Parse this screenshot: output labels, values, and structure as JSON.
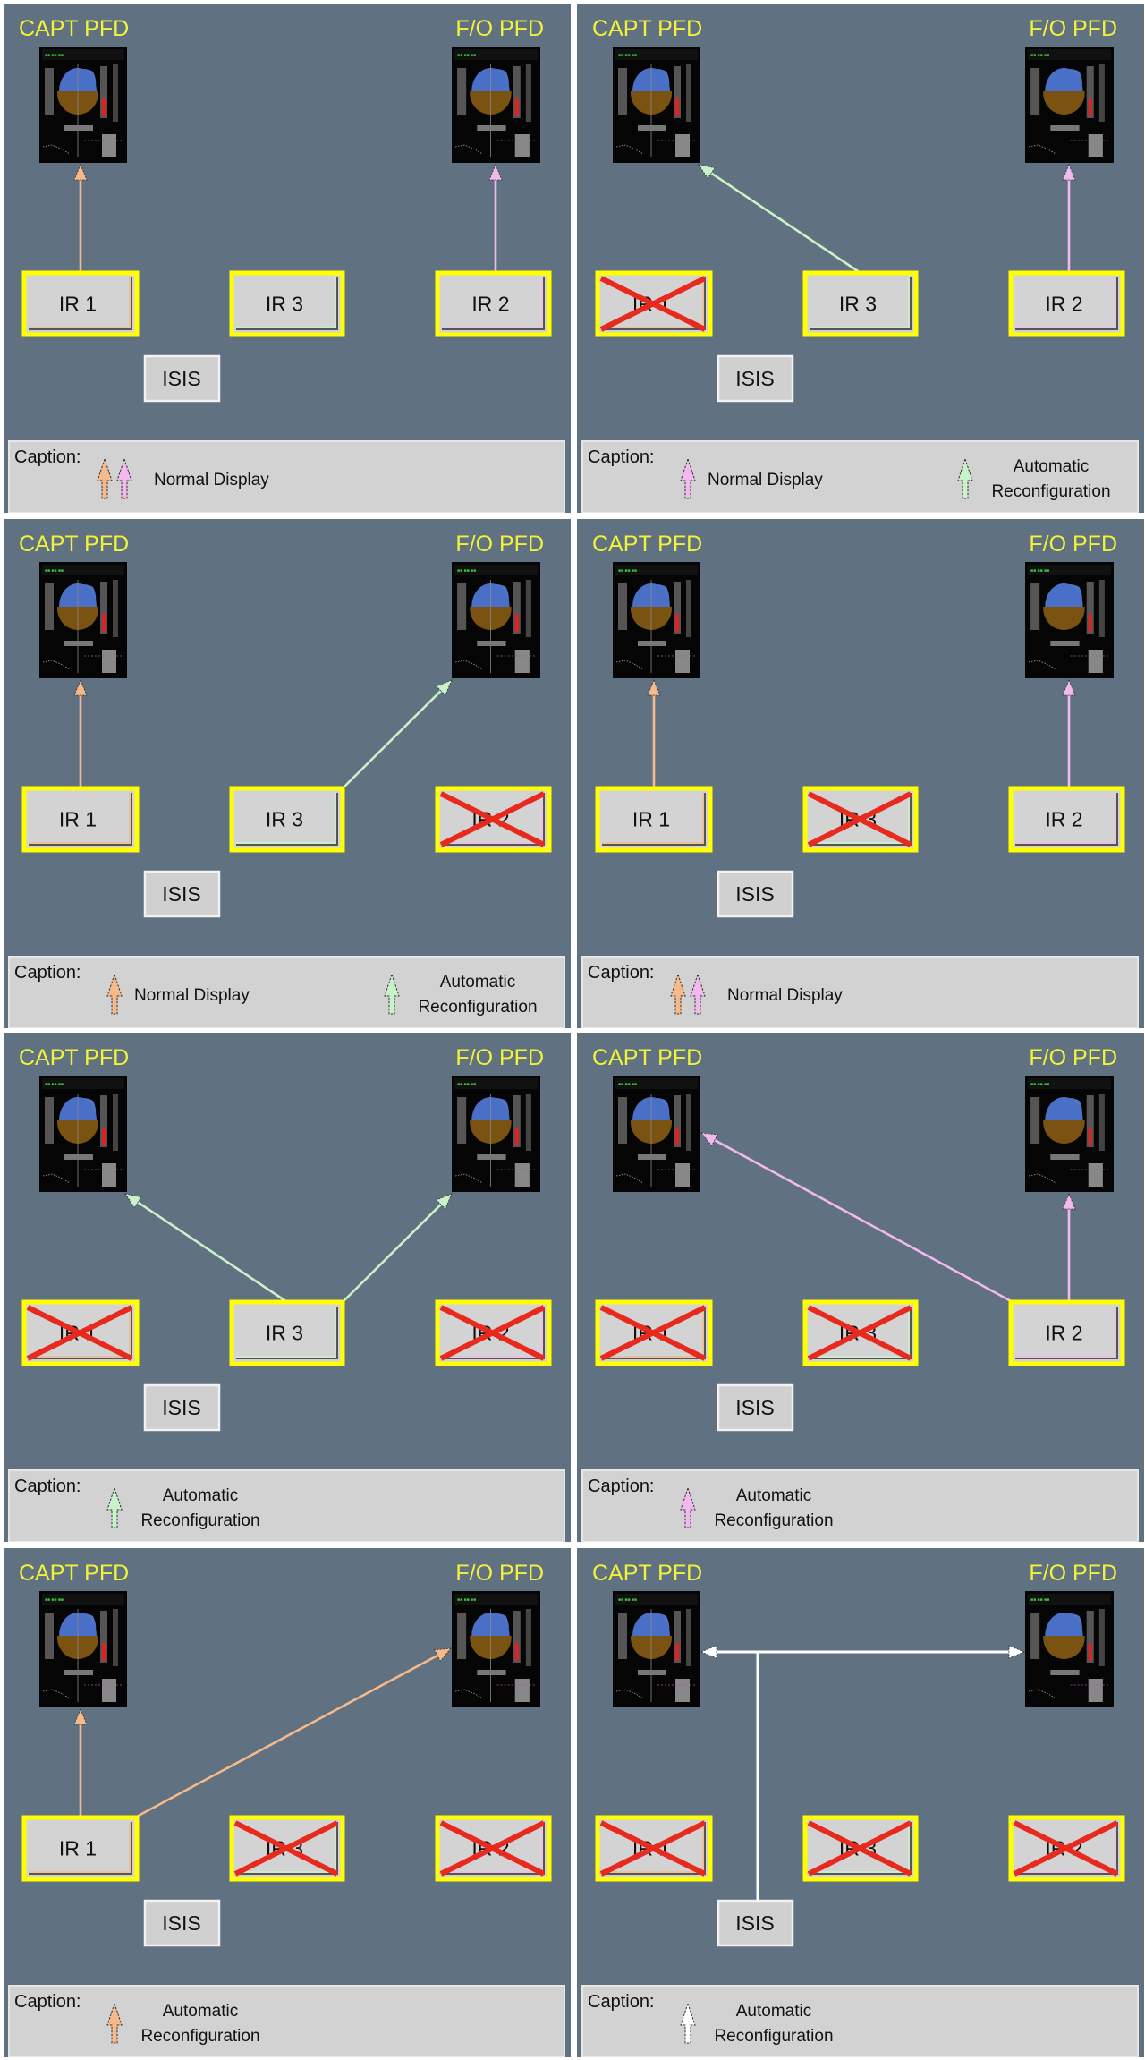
{
  "labels": {
    "capt": "CAPT PFD",
    "fo": "F/O PFD",
    "ir1": "IR 1",
    "ir2": "IR 2",
    "ir3": "IR 3",
    "isis": "ISIS",
    "caption": "Caption:",
    "normal": "Normal Display",
    "auto_line1": "Automatic",
    "auto_line2": "Reconfiguration"
  },
  "colors": {
    "ir1": "#f6b98a",
    "ir2": "#f2b9ee",
    "ir3": "#c9f2c9",
    "isis": "#ffffff",
    "title": "#f2f23a",
    "border": "#ffff00",
    "fail": "#e8291e",
    "background": "#607181"
  },
  "panels": [
    {
      "failed": [],
      "arrows": [
        "ir1-capt",
        "ir2-fo"
      ],
      "isis_arrows": false,
      "caption": [
        {
          "icons": [
            "ir1",
            "ir2"
          ],
          "kind": "normal"
        }
      ]
    },
    {
      "failed": [
        "ir1"
      ],
      "arrows": [
        "ir3-capt",
        "ir2-fo"
      ],
      "isis_arrows": false,
      "caption": [
        {
          "icons": [
            "ir2"
          ],
          "kind": "normal"
        },
        {
          "icons": [
            "ir3"
          ],
          "kind": "auto"
        }
      ]
    },
    {
      "failed": [
        "ir2"
      ],
      "arrows": [
        "ir1-capt",
        "ir3-fo"
      ],
      "isis_arrows": false,
      "caption": [
        {
          "icons": [
            "ir1"
          ],
          "kind": "normal"
        },
        {
          "icons": [
            "ir3"
          ],
          "kind": "auto"
        }
      ]
    },
    {
      "failed": [
        "ir3"
      ],
      "arrows": [
        "ir1-capt",
        "ir2-fo"
      ],
      "isis_arrows": false,
      "caption": [
        {
          "icons": [
            "ir1",
            "ir2"
          ],
          "kind": "normal"
        }
      ]
    },
    {
      "failed": [
        "ir1",
        "ir2"
      ],
      "arrows": [
        "ir3-capt",
        "ir3-fo"
      ],
      "isis_arrows": false,
      "caption": [
        {
          "icons": [
            "ir3"
          ],
          "kind": "auto"
        }
      ]
    },
    {
      "failed": [
        "ir1",
        "ir3"
      ],
      "arrows": [
        "ir2-capt",
        "ir2-fo"
      ],
      "isis_arrows": false,
      "caption": [
        {
          "icons": [
            "ir2"
          ],
          "kind": "auto"
        }
      ]
    },
    {
      "failed": [
        "ir2",
        "ir3"
      ],
      "arrows": [
        "ir1-capt",
        "ir1-fo"
      ],
      "isis_arrows": false,
      "caption": [
        {
          "icons": [
            "ir1"
          ],
          "kind": "auto"
        }
      ]
    },
    {
      "failed": [
        "ir1",
        "ir2",
        "ir3"
      ],
      "arrows": [],
      "isis_arrows": true,
      "caption": [
        {
          "icons": [
            "isis"
          ],
          "kind": "auto"
        }
      ]
    }
  ]
}
